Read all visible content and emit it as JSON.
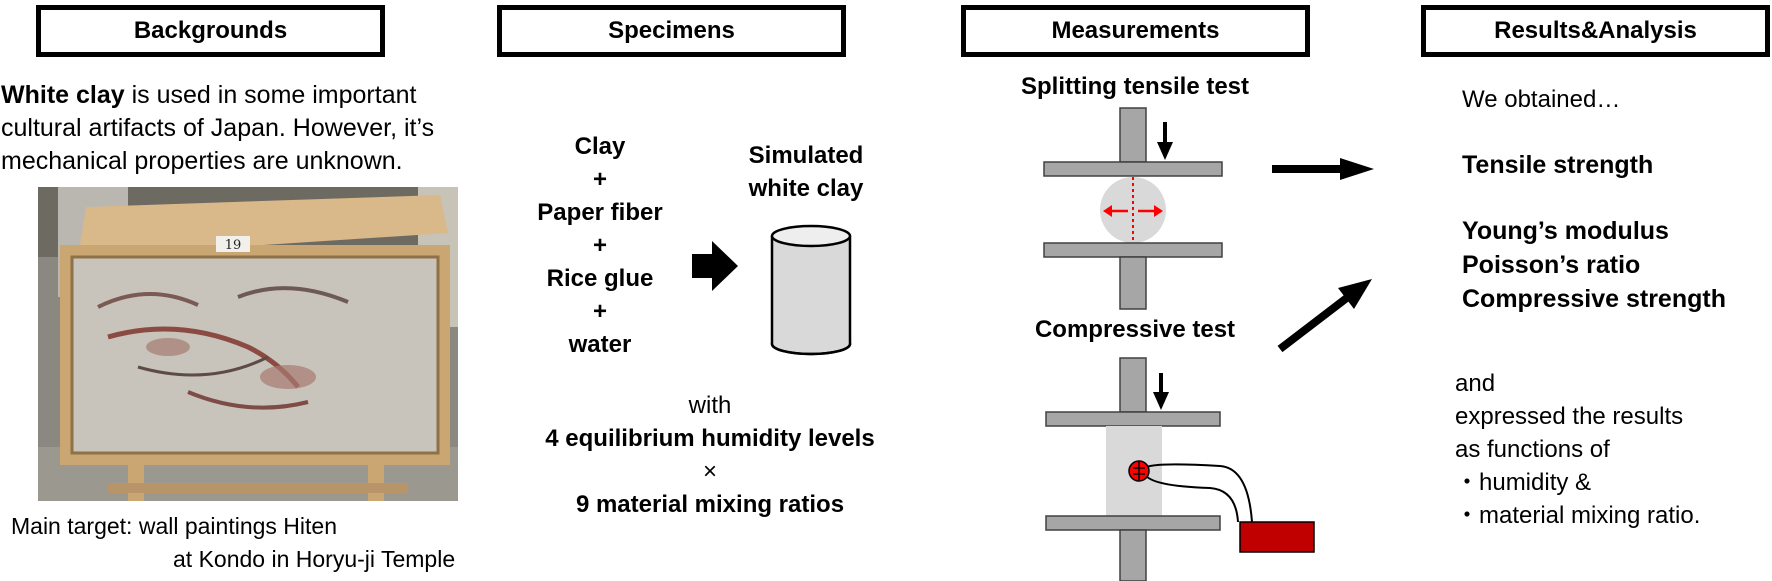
{
  "headers": {
    "backgrounds": "Backgrounds",
    "specimens": "Specimens",
    "measurements": "Measurements",
    "results": "Results&Analysis"
  },
  "backgrounds": {
    "intro_bold": "White clay",
    "intro_rest_1": " is used in some important",
    "intro_line_2": "cultural artifacts of Japan. However, it’s",
    "intro_line_3": "mechanical properties are unknown.",
    "photo_label": "19",
    "caption_line_1": "Main target: wall paintings Hiten",
    "caption_line_2": "at Kondo in Horyu-ji Temple"
  },
  "specimens": {
    "ingredients": [
      "Clay",
      "+",
      "Paper fiber",
      "+",
      "Rice glue",
      "+",
      "water"
    ],
    "simulated_line_1": "Simulated",
    "simulated_line_2": "white clay",
    "with": "with",
    "humidity": "4 equilibrium humidity levels",
    "times": "×",
    "mixing": "9 material mixing ratios"
  },
  "measurements": {
    "splitting": "Splitting tensile test",
    "compressive": "Compressive test"
  },
  "results": {
    "obtained": "We obtained…",
    "tensile": "Tensile strength",
    "young": "Young’s modulus",
    "poisson": "Poisson’s ratio",
    "compressive": "Compressive strength",
    "and": "and",
    "expressed_1": "expressed the results",
    "expressed_2": "as functions of",
    "bullet_1": "・humidity &",
    "bullet_2": "・material mixing ratio."
  },
  "colors": {
    "plate_gray": "#a6a6a6",
    "specimen_gray": "#d9d9d9",
    "arrow_red": "#ff0000",
    "gauge_red": "#c00000"
  }
}
